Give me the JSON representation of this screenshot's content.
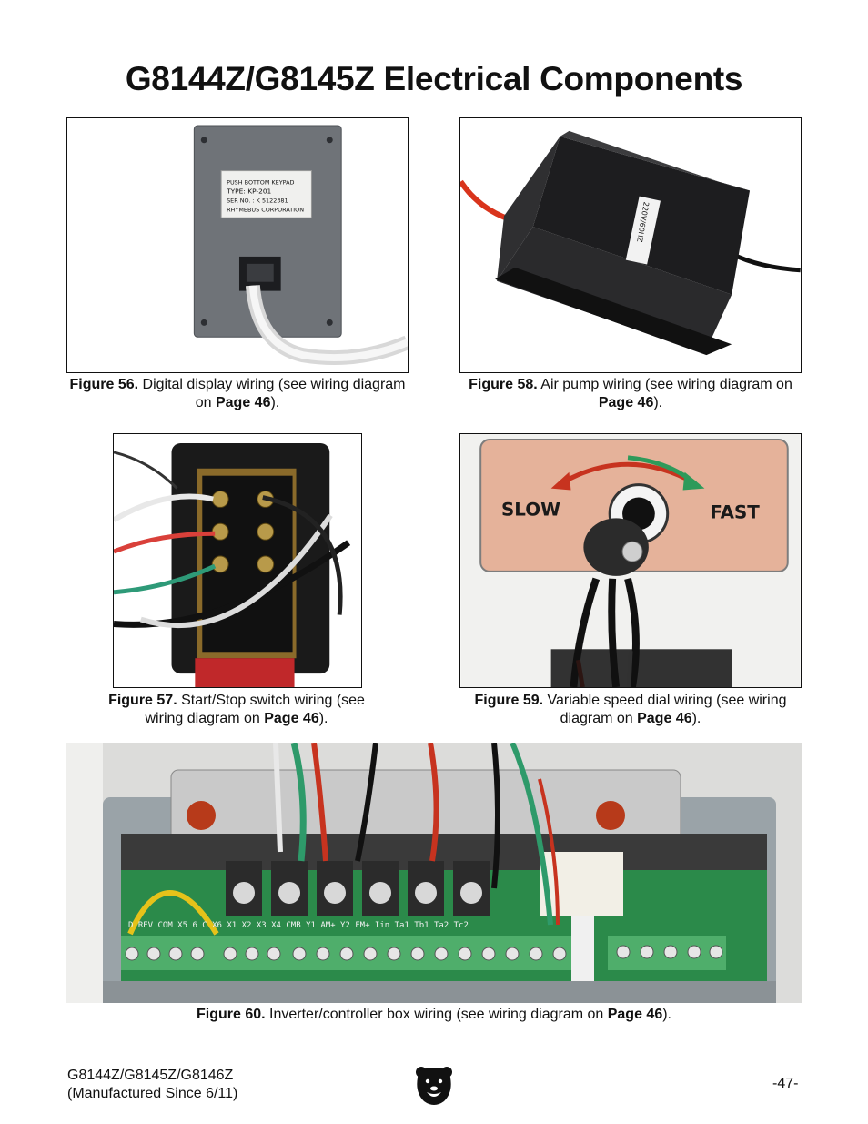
{
  "page": {
    "title": "G8144Z/G8145Z Electrical Components"
  },
  "keypad_label": {
    "line1": "PUSH BOTTOM KEYPAD",
    "line2": "TYPE:  KP-201",
    "line3": "SER NO. : K 5122381",
    "line4": "RHYMEBUS CORPORATION"
  },
  "pump_label": "220V/60HZ",
  "dial_plate": {
    "slow": "SLOW",
    "fast": "FAST"
  },
  "inverter_terminals": "D  REV COM  X5  6  C  X6  X1  X2  X3  X4  CMB  Y1  AM+ Y2  FM+  Iin  Ta1  Tb1  Ta2  Tc2",
  "figures": [
    {
      "number": "Figure 56.",
      "text_before": " Digital display wiring (see wiring diagram on ",
      "page": "Page 46",
      "text_after": ")."
    },
    {
      "number": "Figure 58.",
      "text_before": " Air pump wiring (see wiring diagram on ",
      "page": "Page 46",
      "text_after": ")."
    },
    {
      "number": "Figure 57.",
      "text_before": " Start/Stop switch wiring (see wiring diagram on ",
      "page": "Page 46",
      "text_after": ")."
    },
    {
      "number": "Figure 59.",
      "text_before": " Variable speed dial wiring (see wiring diagram on ",
      "page": "Page 46",
      "text_after": ")."
    },
    {
      "number": "Figure 60.",
      "text_before": " Inverter/controller box wiring (see wiring diagram on ",
      "page": "Page 46",
      "text_after": ")."
    }
  ],
  "footer": {
    "model": "G8144Z/G8145Z/G8146Z",
    "manufactured": "(Manufactured Since 6/11)",
    "page_number": "-47-"
  }
}
